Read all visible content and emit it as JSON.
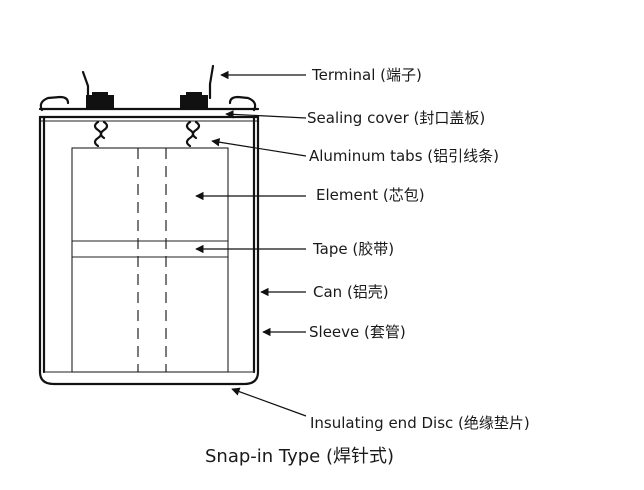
{
  "labels": {
    "terminal": "Terminal (端子)",
    "sealing_cover": "Sealing cover (封口盖板)",
    "aluminum_tabs": "Aluminum tabs (铝引线条)",
    "element": "Element (芯包)",
    "tape": "Tape (胶带)",
    "can": "Can (铝壳)",
    "sleeve": "Sleeve (套管)",
    "insulating_end_disc": "Insulating end Disc (绝缘垫片)"
  },
  "caption": "Snap-in Type (焊针式)"
}
